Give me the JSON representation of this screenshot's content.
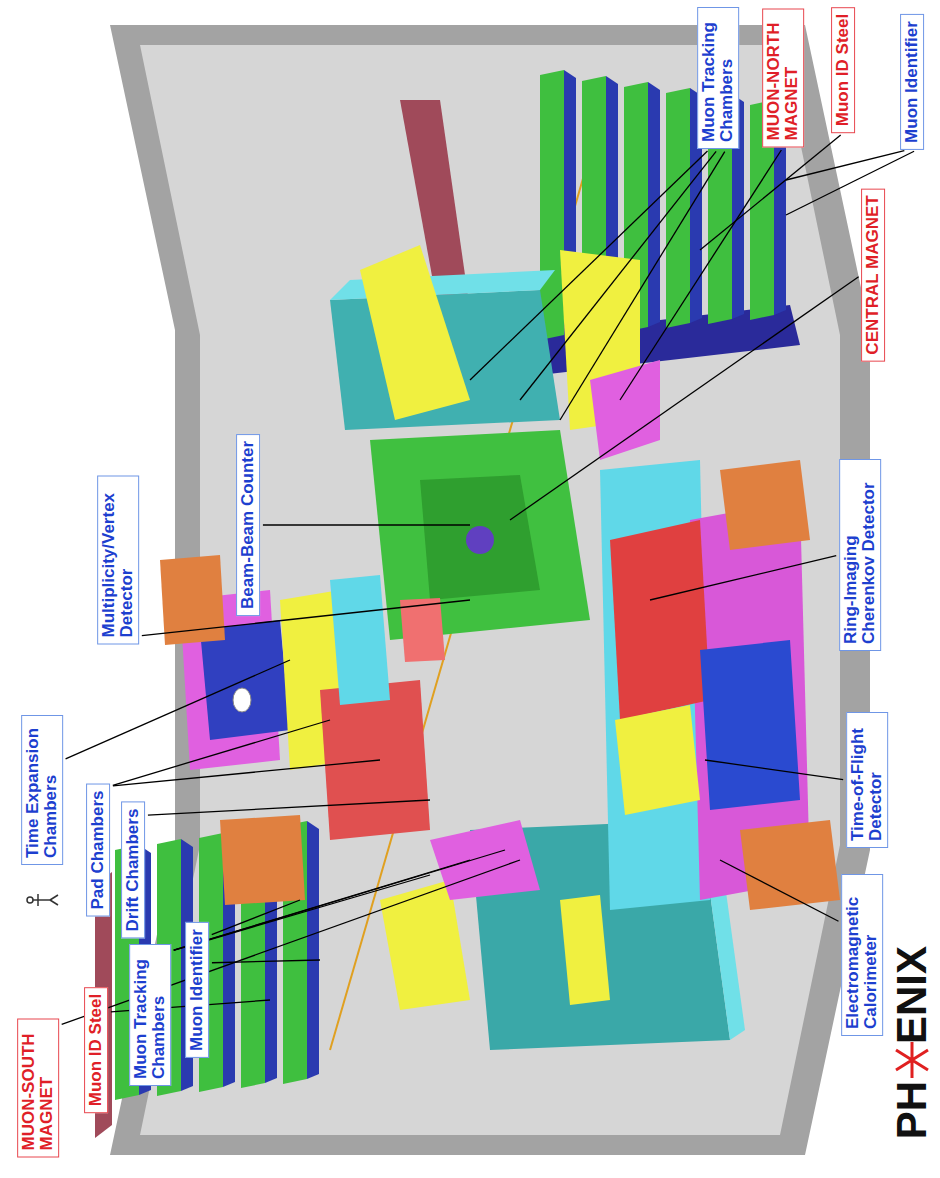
{
  "diagram": {
    "nodes": [
      {
        "text": [
          "Muon Tracking Chambers"
        ]
      },
      {
        "text": [
          "MUON-NORTH MAGNET"
        ]
      },
      {
        "text": [
          "Muon ID Steel"
        ]
      },
      {
        "text": [
          "Muon Identifier"
        ]
      },
      {
        "text": [
          "CENTRAL MAGNET"
        ]
      },
      {
        "text": [
          "Ring-Imaging Cherenkov Detector"
        ]
      },
      {
        "text": [
          "Time-of-Flight Detector"
        ]
      },
      {
        "text": [
          "Electromagnetic Calorimeter"
        ]
      },
      {
        "text": [
          "Beam-Beam Counter"
        ]
      },
      {
        "text": [
          "Multiplicity/Vertex Detector"
        ]
      },
      {
        "text": [
          "Time Expansion Chambers"
        ]
      },
      {
        "text": [
          "Pad Chambers"
        ]
      },
      {
        "text": [
          "Drift Chambers"
        ]
      },
      {
        "text": [
          "MUON-SOUTH MAGNET"
        ]
      },
      {
        "text": [
          "Muon ID Steel"
        ]
      },
      {
        "text": [
          "Muon Tracking Chambers"
        ]
      },
      {
        "text": [
          "Muon Identifier"
        ]
      }
    ],
    "labels": [
      "PH",
      "ENIX"
    ]
  }
}
